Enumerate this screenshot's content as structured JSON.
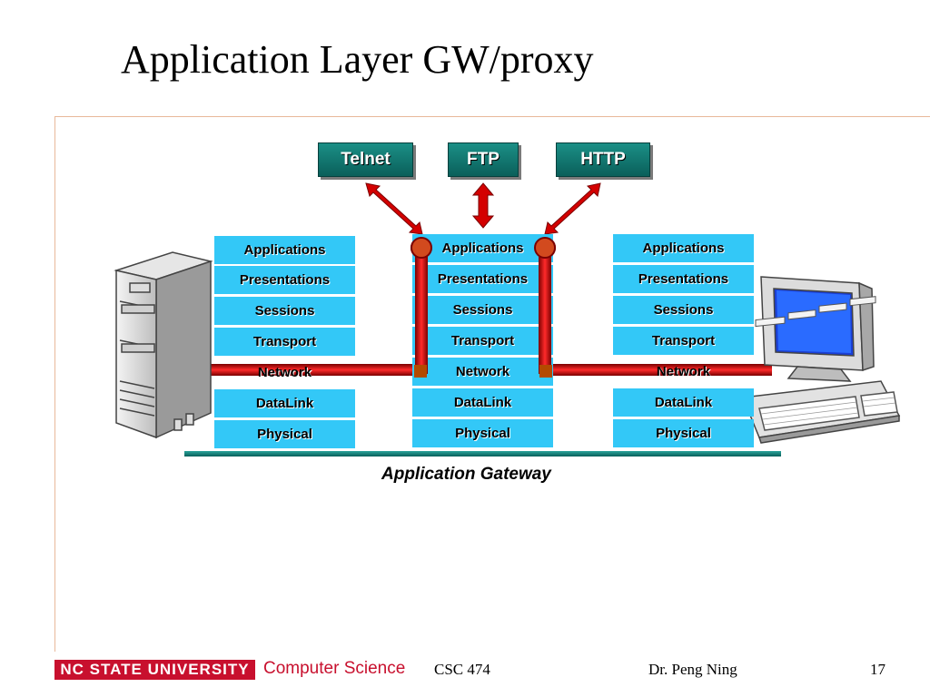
{
  "title": "Application Layer GW/proxy",
  "services": [
    "Telnet",
    "FTP",
    "HTTP"
  ],
  "stacks": {
    "left": [
      "Applications",
      "Presentations",
      "Sessions",
      "Transport",
      "Network",
      "DataLink",
      "Physical"
    ],
    "gateway": [
      "Applications",
      "Presentations",
      "Sessions",
      "Transport",
      "Network",
      "DataLink",
      "Physical"
    ],
    "right": [
      "Applications",
      "Presentations",
      "Sessions",
      "Transport",
      "Network",
      "DataLink",
      "Physical"
    ]
  },
  "gateway_label": "Application Gateway",
  "footer": {
    "university": "NC STATE UNIVERSITY",
    "department": "Computer Science",
    "course": "CSC 474",
    "author": "Dr. Peng Ning",
    "page": "17"
  },
  "colors": {
    "layer_fill": "#33c8f7",
    "service_fill": "#0a5f5a",
    "path_red": "#d40000",
    "brand_red": "#c8102e"
  }
}
